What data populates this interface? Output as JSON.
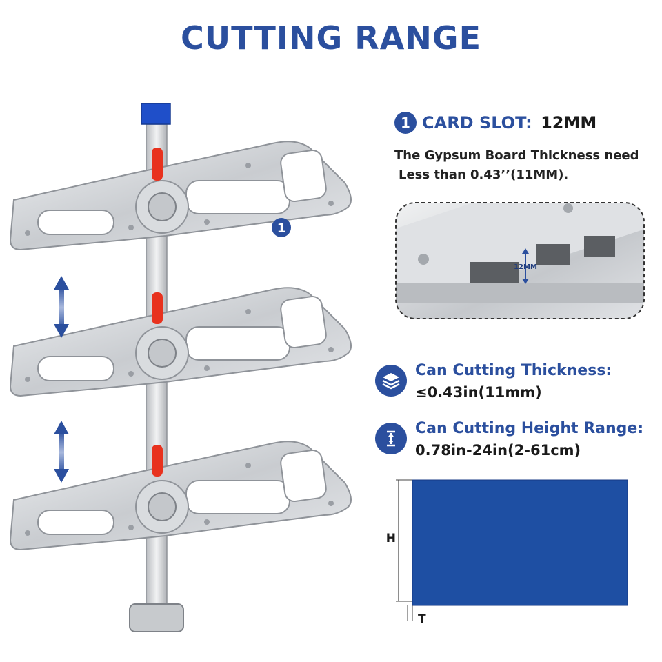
{
  "title": "CUTTING RANGE",
  "card_slot": {
    "number": "1",
    "label": "CARD SLOT:",
    "value": "12MM",
    "desc_line1": "The Gypsum Board Thickness need",
    "desc_line2": "Less than 0.43’’(11MM).",
    "closeup_label": "12MM"
  },
  "tool_callout": "1",
  "thickness": {
    "label": "Can Cutting Thickness:",
    "value": "≤0.43in(11mm)",
    "icon": "layers-icon"
  },
  "height": {
    "label": "Can Cutting Height Range:",
    "value": "0.78in-24in(2-61cm)",
    "icon": "height-range-icon"
  },
  "board": {
    "h_label": "H",
    "t_label": "T",
    "color": "#1e4fa3"
  },
  "colors": {
    "accent": "#2b4f9e",
    "handle": "#e8321e",
    "cap": "#1f4fc9"
  }
}
